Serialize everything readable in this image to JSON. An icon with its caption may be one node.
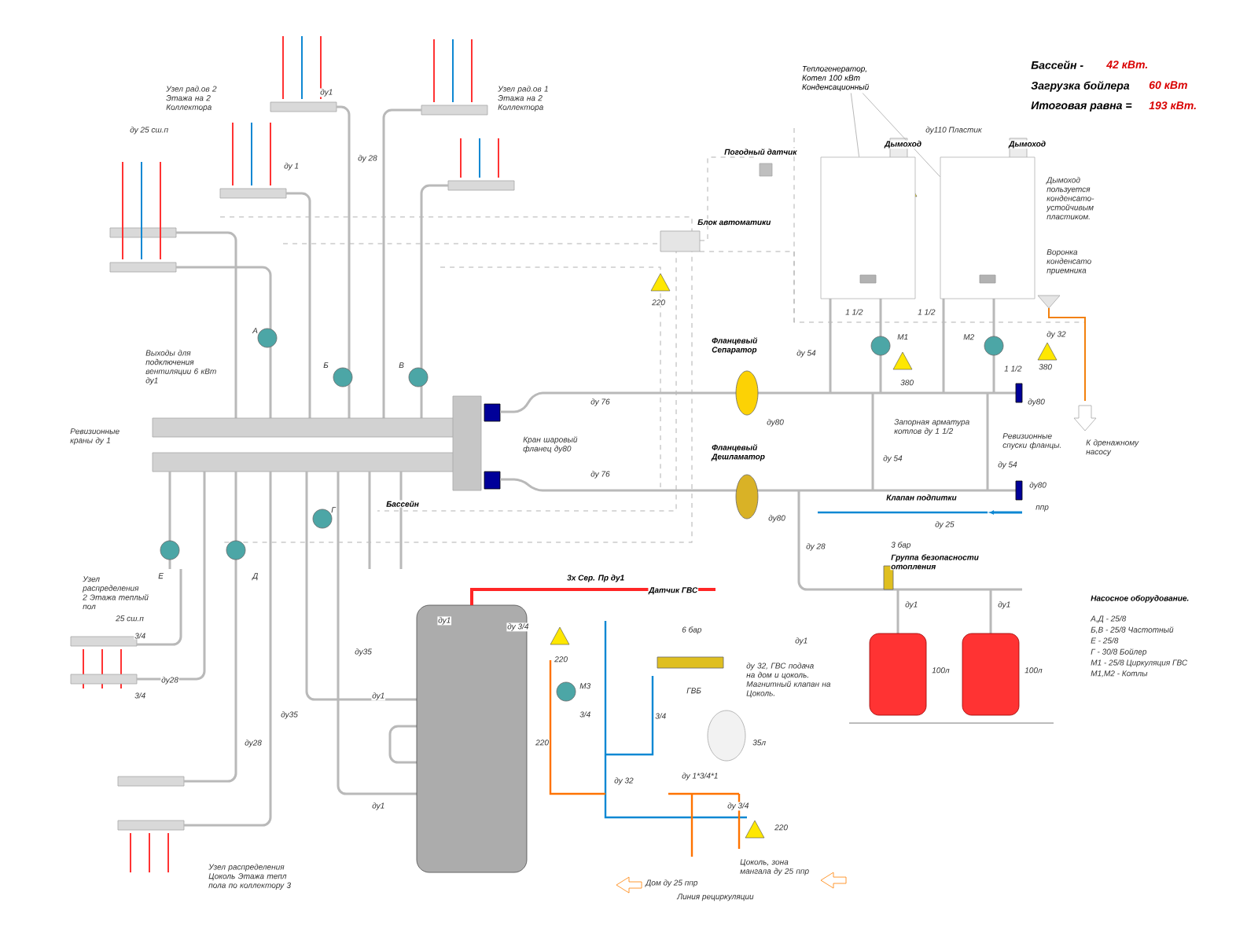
{
  "diagram": {
    "nodes": [
      {
        "text": [
          "Теплогенератор, Котел 100 кВт Конденсационный"
        ]
      },
      {
        "text": [],
        "shape": "box"
      },
      {
        "text": [],
        "shape": "box"
      }
    ],
    "edges": [
      {
        "from": 0,
        "to": 1,
        "arrow": "none"
      },
      {
        "from": 0,
        "to": 2,
        "arrow": "none"
      }
    ],
    "labels": [
      "Узел рад.ов 2 Этажа на 2 Коллектора",
      "ду1",
      "Узел рад.ов 1 Этажа на 2 Коллектора",
      "ду 25 сш.п",
      "ду 1",
      "ду 28",
      "Бассейн -",
      "42 кВт.",
      "Загрузка бойлера",
      "60 кВт",
      "Итоговая равна =",
      "193 кВт.",
      "ду110 Пластик",
      "Погодный датчик",
      "Дымоход",
      "Дымоход",
      "Дымоход пользуется конденсато-устойчивым пластиком.",
      "Блок автоматики",
      "Воронка конденсато приемника",
      "220",
      "1 1/2",
      "1 1/2",
      "М1",
      "М2",
      "ду 32",
      "Фланцевый Сепаратор",
      "ду 54",
      "1 1/2",
      "380",
      "380",
      "ду80",
      "ду80",
      "Запорная арматура котлов ду 1 1/2",
      "Ревизионные спуски фланцы.",
      "К дренажному насосу",
      "ду 54",
      "ду 54",
      "Фланцевый Дешламатор",
      "ду80",
      "Клапан подпитки",
      "ду80",
      "ду 25",
      "ппр",
      "ду 28",
      "3 бар",
      "Группа безопасности отопления",
      "Насосное оборудование.",
      "А,Д - 25/8",
      "Б,В - 25/8 Частотный",
      "Е - 25/8",
      "Г - 30/8 Бойлер",
      "М1 - 25/8 Циркуляция ГВС",
      "М1,М2 - Котлы",
      "ду1",
      "ду1",
      "100л",
      "100л",
      "А",
      "Выходы для подключения вентиляции 6 кВт ду1",
      "Б",
      "В",
      "Ревизионные краны ду 1",
      "ду 76",
      "Кран шаровый фланец ду80",
      "ду 76",
      "Бассейн",
      "Г",
      "Е",
      "Д",
      "Узел распределения 2 Этажа теплый пол",
      "25 сш.п",
      "3/4",
      "ду28",
      "3/4",
      "ду28",
      "ду35",
      "ду35",
      "ду1",
      "ду1",
      "Узел распределения Цоколь Этажа тепл пола по коллектору 3",
      "3х Сер. Пр ду1",
      "Датчик ГВС",
      "ду1",
      "ду 3/4",
      "220",
      "М3",
      "3/4",
      "220",
      "6 бар",
      "ГВБ",
      "3/4",
      "ду1",
      "ду 32, ГВС подача на дом и цоколь. Магнитный клапан на Цоколь.",
      "35л",
      "ду 1*3/4*1",
      "ду 32",
      "ду 3/4",
      "220",
      "Дом ду 25 ппр",
      "Цоколь, зона мангала ду 25 ппр",
      "Линия рециркуляции"
    ]
  }
}
